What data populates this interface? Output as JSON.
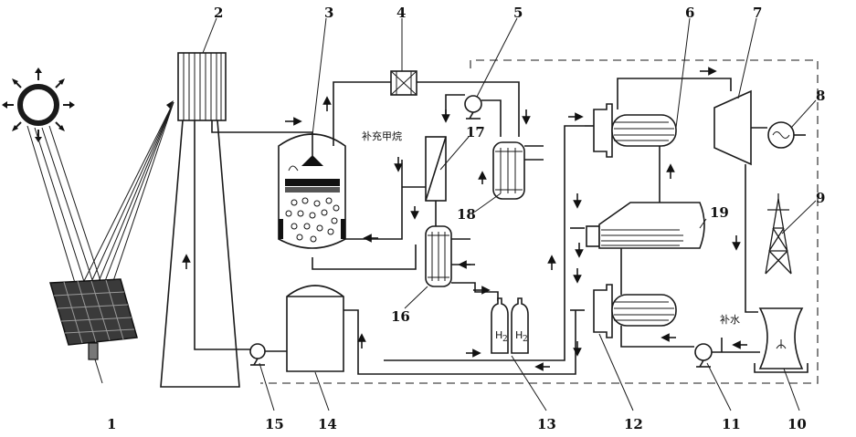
{
  "diagram": {
    "component_numbers": [
      "1",
      "2",
      "3",
      "4",
      "5",
      "6",
      "7",
      "8",
      "9",
      "10",
      "11",
      "12",
      "13",
      "14",
      "15",
      "16",
      "17",
      "18",
      "19"
    ],
    "labels": {
      "methane_supply": "补充甲烷",
      "water_makeup": "补水",
      "h2_left": "H",
      "h2_right": "H",
      "h2_subscript": "2"
    },
    "icons": [
      "sun-icon",
      "heliostat-panel-icon",
      "solar-tower-receiver",
      "reformer-reactor",
      "valve-4",
      "pump-5",
      "steam-generator-6",
      "turbine-7",
      "generator-8",
      "tower-9",
      "cooling-tower-10",
      "pump-11",
      "steam-generator-12",
      "h2-cylinders-13",
      "storage-tank-14",
      "pump-15",
      "heat-exchanger-16",
      "membrane-separator-17",
      "condenser-18",
      "superheater-19"
    ]
  }
}
